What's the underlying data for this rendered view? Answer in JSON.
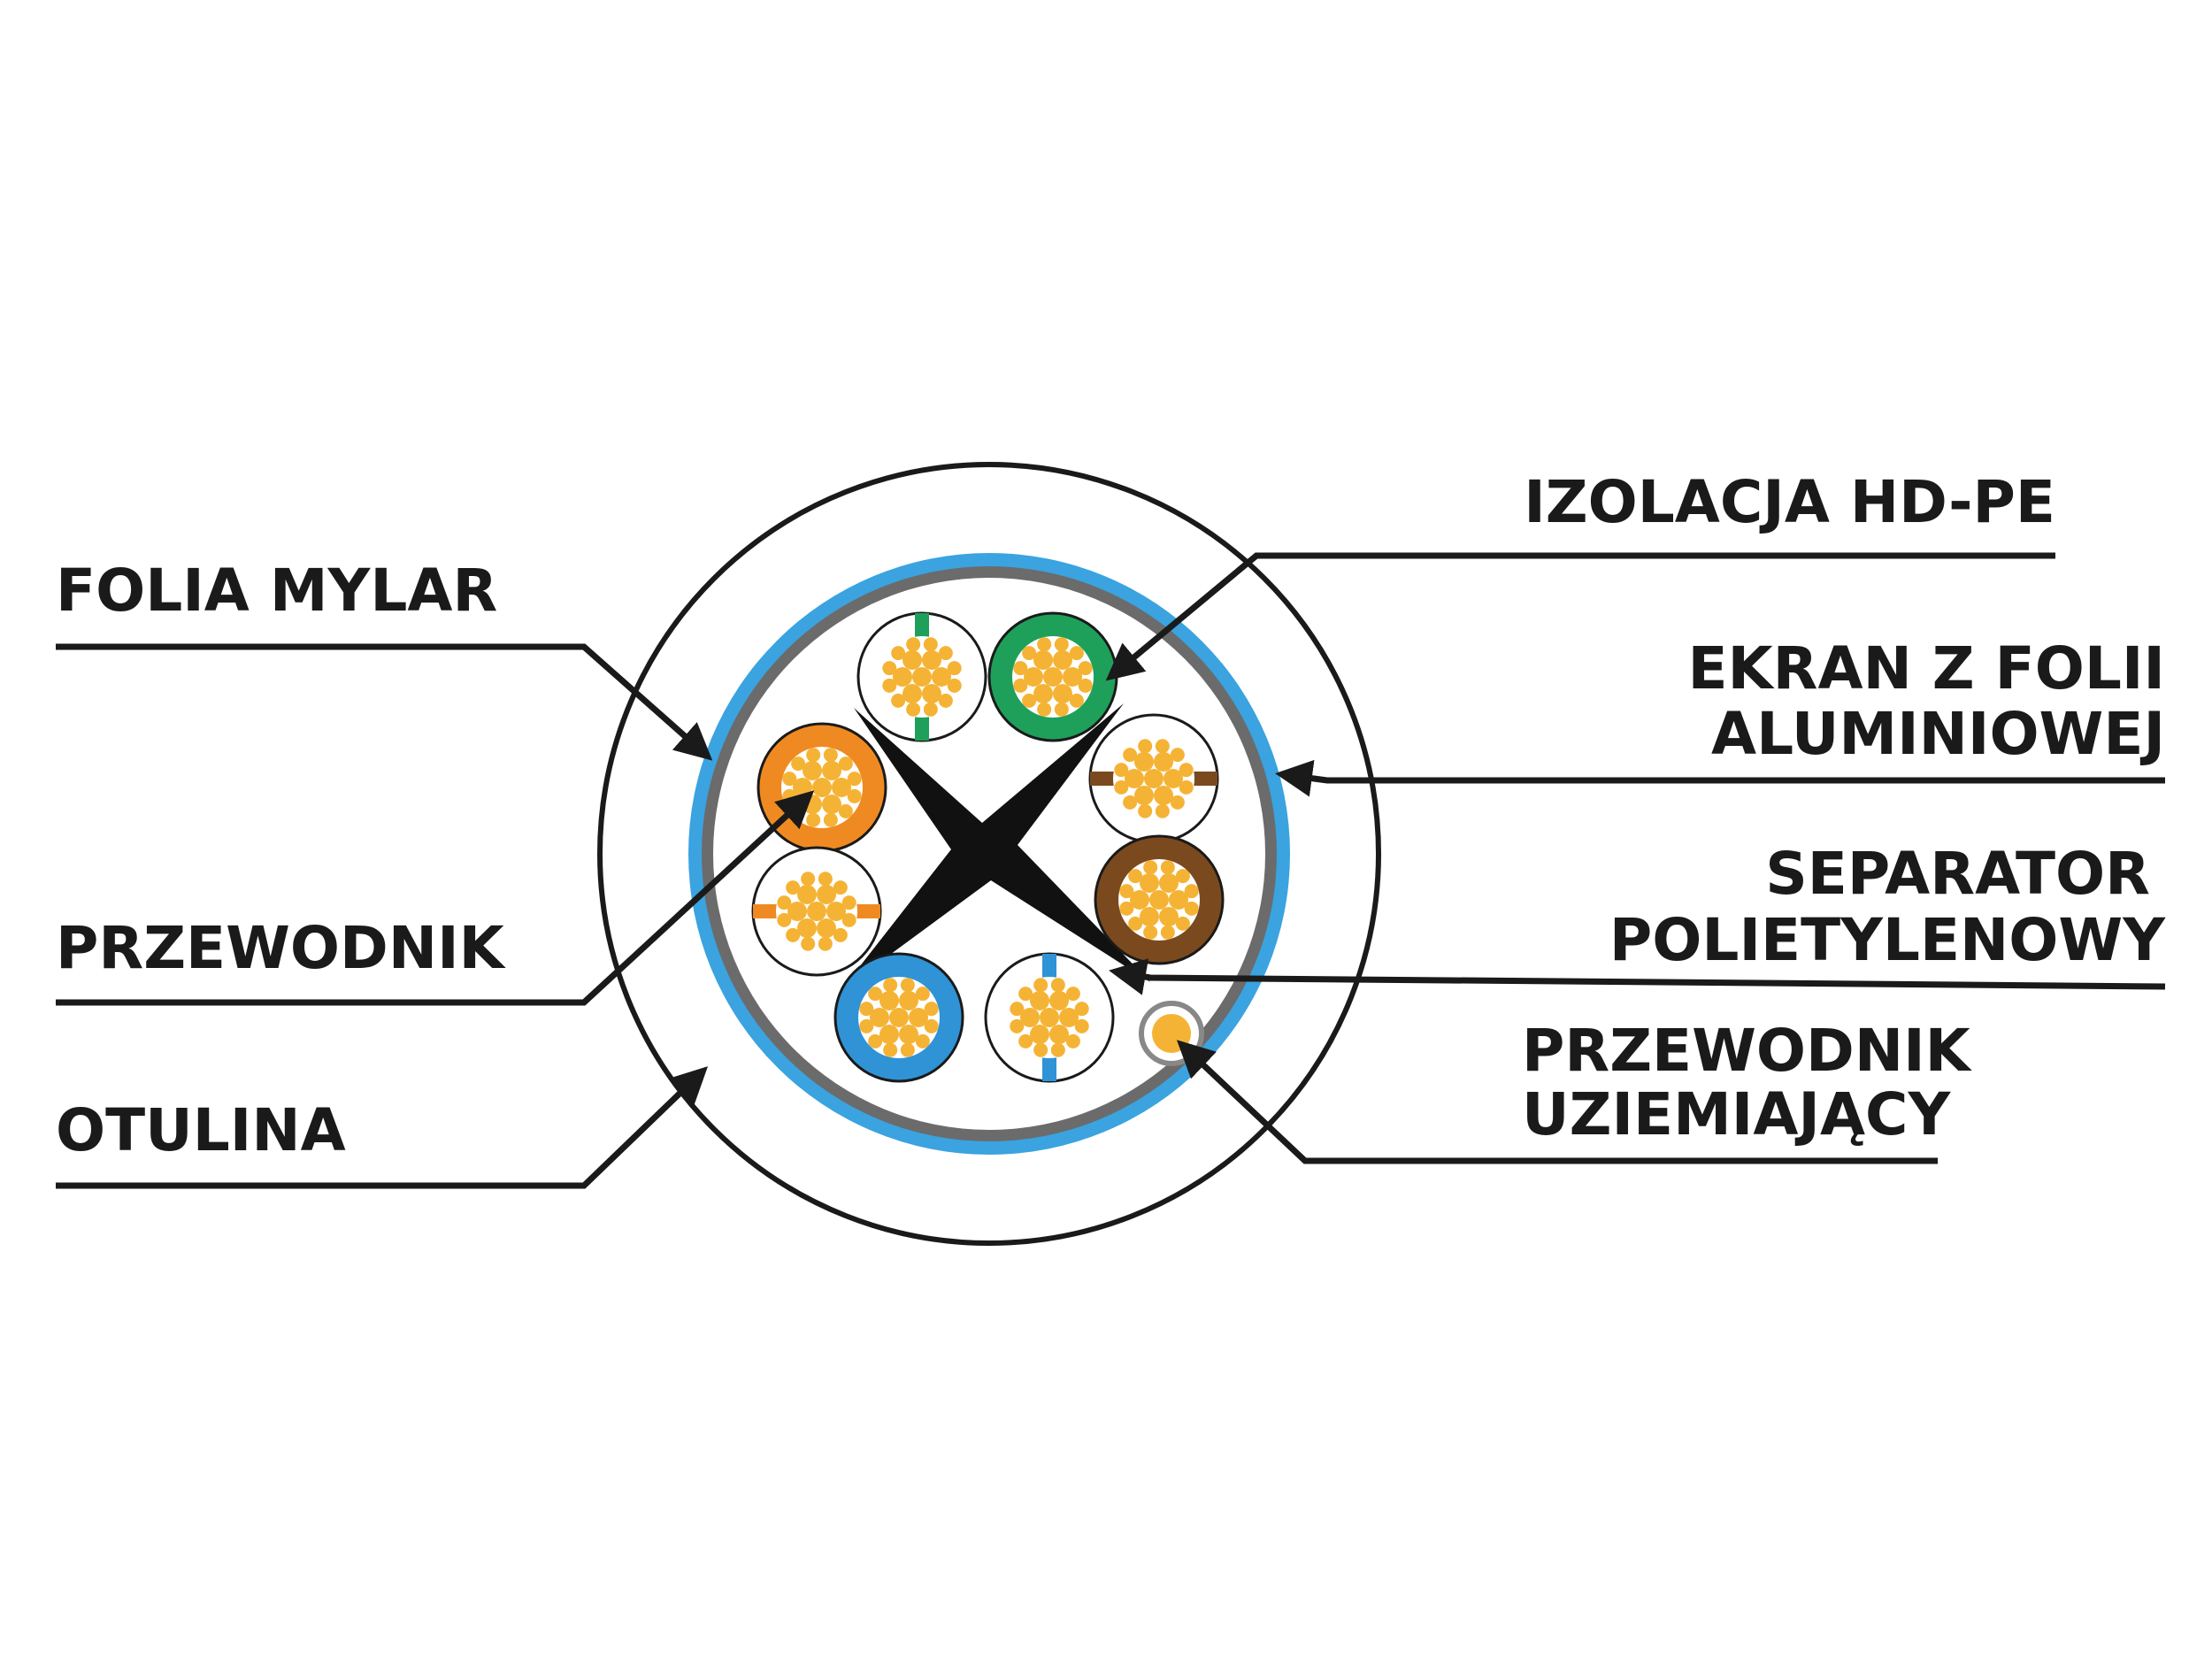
{
  "labels": {
    "folia_mylar": "FOLIA MYLAR",
    "przewodnik": "PRZEWODNIK",
    "otulina": "OTULINA",
    "izolacja": "IZOLACJA HD-PE",
    "ekran_line1": "EKRAN Z FOLII",
    "ekran_line2": "ALUMINIOWEJ",
    "separator_line1": "SEPARATOR",
    "separator_line2": "POLIETYLENOWY",
    "uziemiajacy_line1": "PRZEWODNIK",
    "uziemiajacy_line2": "UZIEMIAJĄCY"
  },
  "colors": {
    "text": "#1a1a1a",
    "foil_blue": "#3aa3e0",
    "mylar_gray": "#6b6b6b",
    "copper": "#f5b335",
    "orange": "#ef8a22",
    "green": "#1fa05a",
    "brown": "#7a4a1e",
    "blue": "#2f93d6"
  },
  "wires": [
    {
      "name": "green-white",
      "stripe": "#1fa05a",
      "solid": false
    },
    {
      "name": "green",
      "stripe": "#1fa05a",
      "solid": true
    },
    {
      "name": "orange",
      "stripe": "#ef8a22",
      "solid": true
    },
    {
      "name": "brown-white",
      "stripe": "#7a4a1e",
      "solid": false
    },
    {
      "name": "orange-white",
      "stripe": "#ef8a22",
      "solid": false
    },
    {
      "name": "brown",
      "stripe": "#7a4a1e",
      "solid": true
    },
    {
      "name": "blue",
      "stripe": "#2f93d6",
      "solid": true
    },
    {
      "name": "blue-white",
      "stripe": "#2f93d6",
      "solid": false
    }
  ]
}
